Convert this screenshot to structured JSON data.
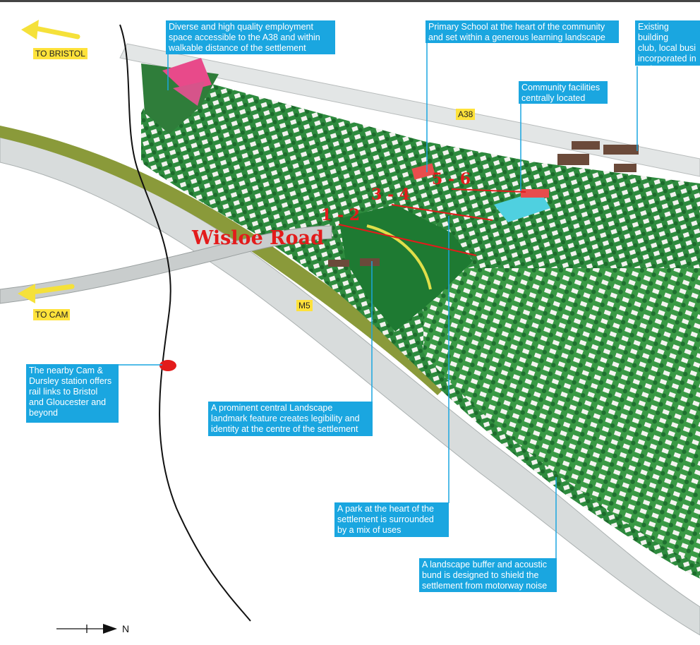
{
  "destinations": [
    {
      "label": "TO BRISTOL"
    },
    {
      "label": "TO CAM"
    }
  ],
  "roads": [
    {
      "label": "A38"
    },
    {
      "label": "M5"
    }
  ],
  "wisloe_road": "Wisloe Road",
  "view_points": [
    {
      "label": "1 - 2"
    },
    {
      "label": "3 - 4"
    },
    {
      "label": "5 - 6"
    }
  ],
  "callouts": [
    {
      "text": "Diverse and high quality employment\nspace accessible to the A38 and within\nwalkable distance of the settlement"
    },
    {
      "text": "Primary School at the heart of the community\nand set within a generous learning landscape"
    },
    {
      "text": "Existing building\nclub, local busi\nincorporated in\nan important pa"
    },
    {
      "text": "Community facilities\ncentrally located"
    },
    {
      "text": "The nearby Cam &\nDursley station offers\nrail links to Bristol\nand Gloucester and\nbeyond"
    },
    {
      "text": "A prominent central Landscape\nlandmark feature creates legibility and\nidentity at the centre of the settlement"
    },
    {
      "text": "A park at the heart of the\nsettlement is surrounded\nby a mix of uses"
    },
    {
      "text": "A landscape buffer and acoustic\nbund is designed to shield the\nsettlement from motorway noise"
    }
  ],
  "north_label": "N",
  "colors": {
    "callout_bg": "#1aa6e0",
    "road_label_bg": "#ffe23a",
    "highlight_red": "#e31b1b",
    "arrow_yellow": "#f5e13a",
    "green_dark": "#1f7a35",
    "green_light": "#5cbf4a",
    "motorway_grey": "#d8dcdc",
    "community_cyan": "#4fd0e0"
  },
  "icons": [
    "arrow-left-icon",
    "station-marker-icon",
    "north-arrow-icon"
  ]
}
